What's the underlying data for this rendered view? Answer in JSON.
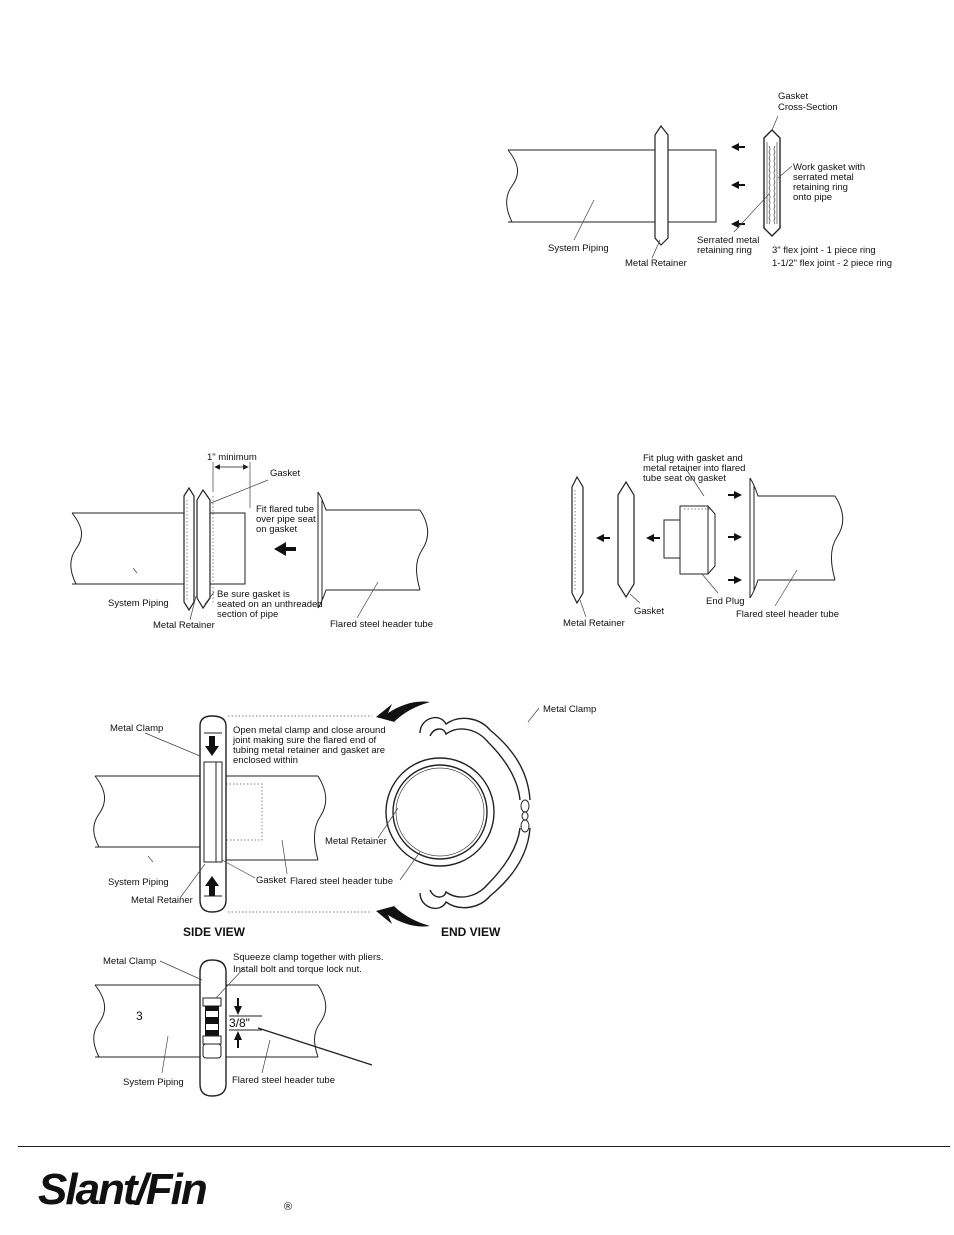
{
  "fig1": {
    "gasket_cross_section": [
      "Gasket",
      "Cross-Section"
    ],
    "work_gasket": [
      "Work gasket with",
      "serrated metal",
      "retaining ring",
      "onto pipe"
    ],
    "serrated_ring": [
      "Serrated metal",
      "retaining ring"
    ],
    "system_piping": "System Piping",
    "metal_retainer": "Metal Retainer",
    "flex_3": "3\" flex joint - 1 piece ring",
    "flex_15": "1-1/2\" flex joint - 2 piece ring"
  },
  "fig2": {
    "minimum": "1\" minimum",
    "gasket": "Gasket",
    "fit_flared": [
      "Fit flared tube",
      "over pipe seat",
      "on gasket"
    ],
    "be_sure": [
      "Be sure gasket is",
      "seated on an unthreaded",
      "section of pipe"
    ],
    "system_piping": "System Piping",
    "metal_retainer": "Metal Retainer",
    "flared_tube": "Flared steel header tube"
  },
  "fig3": {
    "fit_plug": [
      "Fit plug with gasket and",
      "metal retainer into flared",
      "tube seat on gasket"
    ],
    "metal_retainer": "Metal Retainer",
    "gasket": "Gasket",
    "end_plug": "End Plug",
    "flared_tube": "Flared steel header tube"
  },
  "fig4": {
    "metal_clamp_left": "Metal Clamp",
    "metal_clamp_right": "Metal Clamp",
    "open_clamp": [
      "Open metal clamp and close around",
      "joint making sure the flared end of",
      "tubing metal retainer and gasket are",
      "enclosed within"
    ],
    "metal_retainer_end": "Metal Retainer",
    "gasket": "Gasket",
    "flared_tube": "Flared steel header tube",
    "system_piping": "System Piping",
    "metal_retainer": "Metal Retainer",
    "side_view": "SIDE VIEW",
    "end_view": "END VIEW"
  },
  "fig5": {
    "metal_clamp": "Metal Clamp",
    "squeeze": [
      "Squeeze clamp together with pliers.",
      "Install bolt and torque lock nut."
    ],
    "dimension": "3/8\"",
    "page_number": "3",
    "system_piping": "System Piping",
    "flared_tube": "Flared steel header tube"
  },
  "footer": {
    "brand": "Slant/Fin",
    "registered": "®"
  }
}
